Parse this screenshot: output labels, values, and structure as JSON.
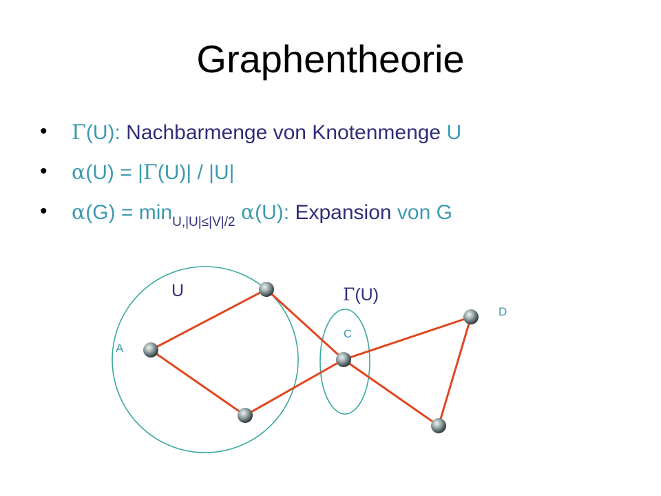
{
  "title": "Graphentheorie",
  "bullet_char": "•",
  "bullets": [
    {
      "sym": "Γ",
      "head": "(U):",
      "text": " Nachbarmenge von Knotenmenge ",
      "var": "U"
    },
    {
      "sym": "α",
      "head": "(U) = |",
      "sym2": "Γ",
      "tail": "(U)| / |U|"
    },
    {
      "sym": "α",
      "head": "(G) = min",
      "sub": "U,|U|≤|V|/2",
      "sym2": "α",
      "tail": "(U):",
      "text": " Expansion ",
      "mid": "von ",
      "var": "G"
    }
  ],
  "diagram": {
    "label_u": "U",
    "label_gamma_sym": "Γ",
    "label_gamma_rest": "(U)",
    "node_labels": {
      "A": "A",
      "C": "C",
      "D": "D"
    },
    "colors": {
      "edge": "#e0461e",
      "outline": "#3aa8a0",
      "node": "#8a9a9b"
    }
  }
}
